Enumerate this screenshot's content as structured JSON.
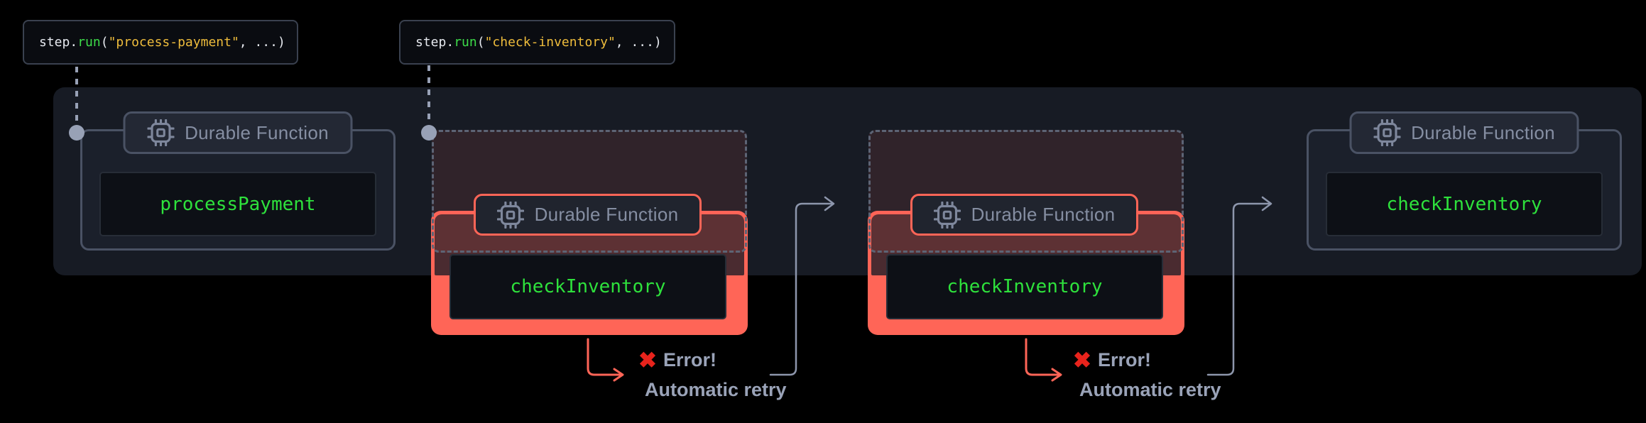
{
  "code_labels": [
    {
      "tokens": [
        {
          "text": "step"
        },
        {
          "text": "."
        },
        {
          "text": "run"
        },
        {
          "text": "("
        },
        {
          "text": "\"process-payment\""
        },
        {
          "text": ", ...)"
        }
      ]
    },
    {
      "tokens": [
        {
          "text": "step"
        },
        {
          "text": "."
        },
        {
          "text": "run"
        },
        {
          "text": "("
        },
        {
          "text": "\"check-inventory\""
        },
        {
          "text": ", ...)"
        }
      ]
    }
  ],
  "groups": [
    {
      "badge_label": "Durable Function",
      "function_name": "processPayment",
      "status": "success"
    },
    {
      "badge_label": "Durable Function",
      "function_name": "checkInventory",
      "status": "failed"
    },
    {
      "badge_label": "Durable Function",
      "function_name": "checkInventory",
      "status": "failed"
    },
    {
      "badge_label": "Durable Function",
      "function_name": "checkInventory",
      "status": "success"
    }
  ],
  "annotations": [
    {
      "error_icon": "✖",
      "error_label": "Error!",
      "retry_label": "Automatic retry"
    },
    {
      "error_icon": "✖",
      "error_label": "Error!",
      "retry_label": "Automatic retry"
    }
  ],
  "colors": {
    "background": "#000000",
    "panel": "#171b24",
    "accent_salmon": "#ff6557",
    "code_green": "#2ee13c",
    "string_yellow": "#eebc3c",
    "keyword_green": "#3ddb49",
    "slate_text": "#9aa3b8",
    "error_red": "#e8231c",
    "box_border": "#4a5264",
    "ghost_border": "#5d6475",
    "connector": "#98a1b6"
  }
}
